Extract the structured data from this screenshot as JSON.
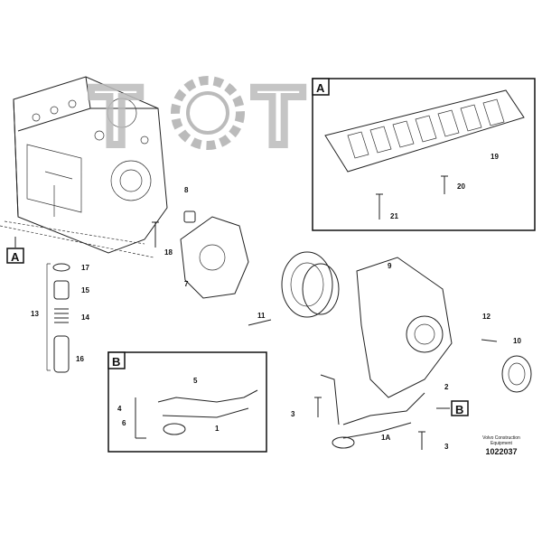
{
  "watermark": {
    "logo_text": "TOT"
  },
  "detail_boxes": {
    "A": "A",
    "B": "B"
  },
  "callouts": {
    "p1": "1",
    "p1a": "1A",
    "p2": "2",
    "p3a": "3",
    "p3b": "3",
    "p4": "4",
    "p5": "5",
    "p6": "6",
    "p7": "7",
    "p8": "8",
    "p9": "9",
    "p10": "10",
    "p11": "11",
    "p12": "12",
    "p13": "13",
    "p14": "14",
    "p15": "15",
    "p16": "16",
    "p17": "17",
    "p18": "18",
    "p19": "19",
    "p20": "20",
    "p21": "21"
  },
  "refs": {
    "A_left": "A",
    "B_right": "B"
  },
  "footer": {
    "brand_line1": "Volvo Construction",
    "brand_line2": "Equipment",
    "drawing_number": "1022037"
  }
}
